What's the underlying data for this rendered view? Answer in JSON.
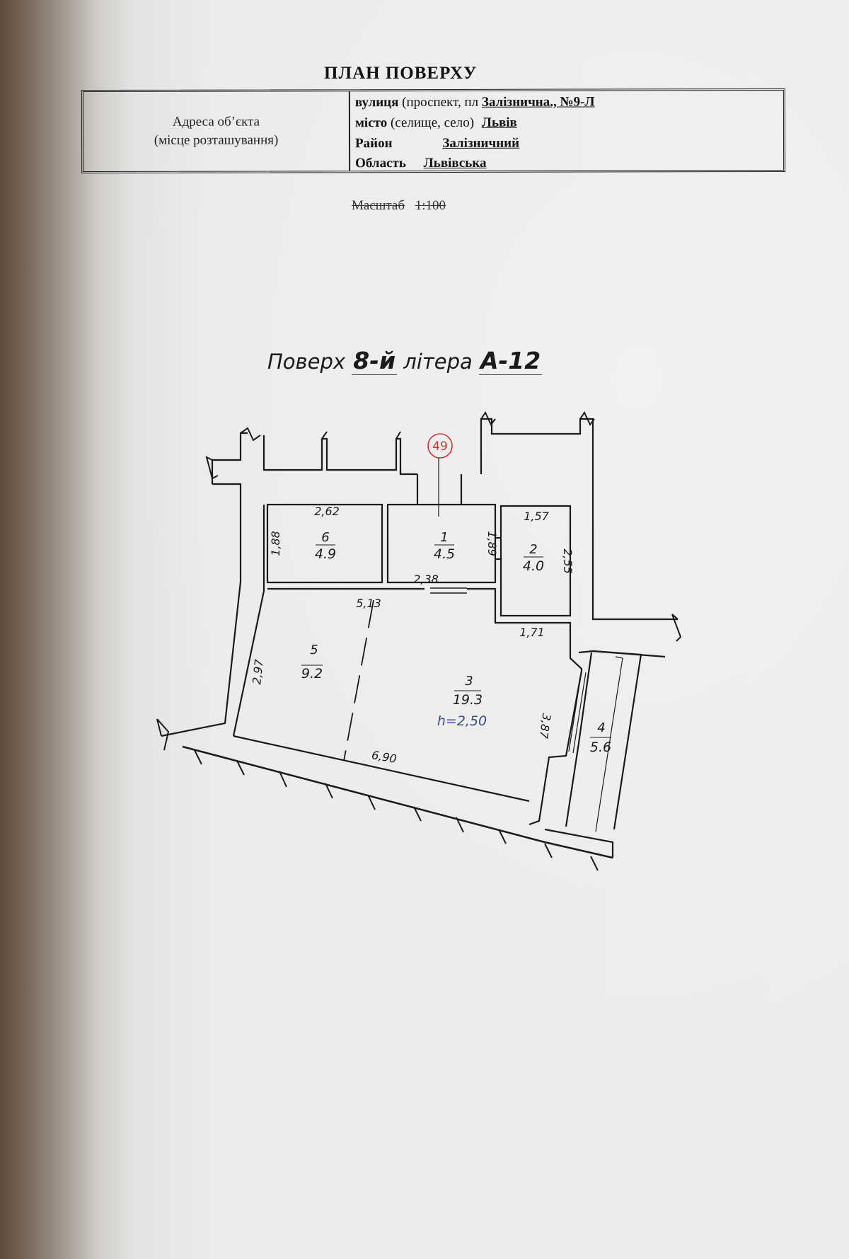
{
  "document": {
    "title": "ПЛАН ПОВЕРХУ",
    "address_label_line1": "Адреса об’єкта",
    "address_label_line2": "(місце розташування)",
    "street_label": "вулиця",
    "street_hint": "(проспект, пл",
    "street_value": "Залізнична., №9-Л",
    "city_label": "місто",
    "city_hint": "(селище, село)",
    "city_value": "Львів",
    "district_label": "Район",
    "district_value": "Залізничний",
    "region_label": "Область",
    "region_value": "Львівська",
    "scale_label": "Масштаб",
    "scale_value": "1:100"
  },
  "floor": {
    "prefix": "Поверх",
    "floor_number": "8-й",
    "middle": "літера",
    "letter": "А-12"
  },
  "plan": {
    "marker": "49",
    "rooms": [
      {
        "num": "1",
        "area": "4.5"
      },
      {
        "num": "2",
        "area": "4.0"
      },
      {
        "num": "3",
        "area": "19.3",
        "height": "h=2,50"
      },
      {
        "num": "4",
        "area": "5.6"
      },
      {
        "num": "5",
        "area": "9.2"
      },
      {
        "num": "6",
        "area": "4.9"
      }
    ],
    "dimensions": {
      "r6_top": "2,62",
      "r6_side": "1,88",
      "r1_side": "1,89",
      "r1_bottom": "2,38",
      "r2_top": "1,57",
      "r2_side": "2,55",
      "r2_bottom": "1,71",
      "r5_top": "5,13",
      "r5_side": "2,97",
      "r3_bottom": "6,90",
      "r3_side": "3,87"
    }
  }
}
